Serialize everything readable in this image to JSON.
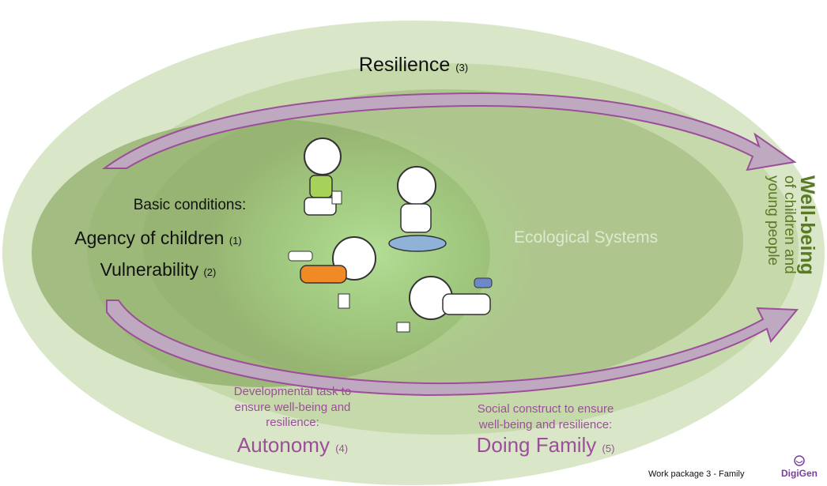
{
  "diagram": {
    "resilience": {
      "label": "Resilience",
      "ref": "(3)"
    },
    "basic_conditions": {
      "heading": "Basic conditions:",
      "agency": {
        "label": "Agency of children",
        "ref": "(1)"
      },
      "vulnerability": {
        "label": "Vulnerability",
        "ref": "(2)"
      }
    },
    "ecological_systems": "Ecological Systems",
    "wellbeing": {
      "title": "Well-being",
      "subtitle_line1": "of children and",
      "subtitle_line2": "young people"
    },
    "developmental_task": {
      "line1": "Developmental task to",
      "line2": "ensure well-being and",
      "line3": "resilience:",
      "label": "Autonomy",
      "ref": "(4)"
    },
    "social_construct": {
      "line1": "Social construct to ensure",
      "line2": "well-being and resilience:",
      "label": "Doing Family",
      "ref": "(5)"
    },
    "colors": {
      "outer_ellipse": "#d9e6c8",
      "middle_ellipse": "#b8cf9a",
      "inner_ellipse": "#8fae6a",
      "purple_text": "#9c4e9a",
      "arrow_fill": "#bfa9c0",
      "arrow_stroke": "#9c4e9a",
      "wellbeing_green": "#5a7a24"
    }
  },
  "footer": {
    "work_package": "Work package 3 - Family",
    "brand": "DigiGen"
  }
}
